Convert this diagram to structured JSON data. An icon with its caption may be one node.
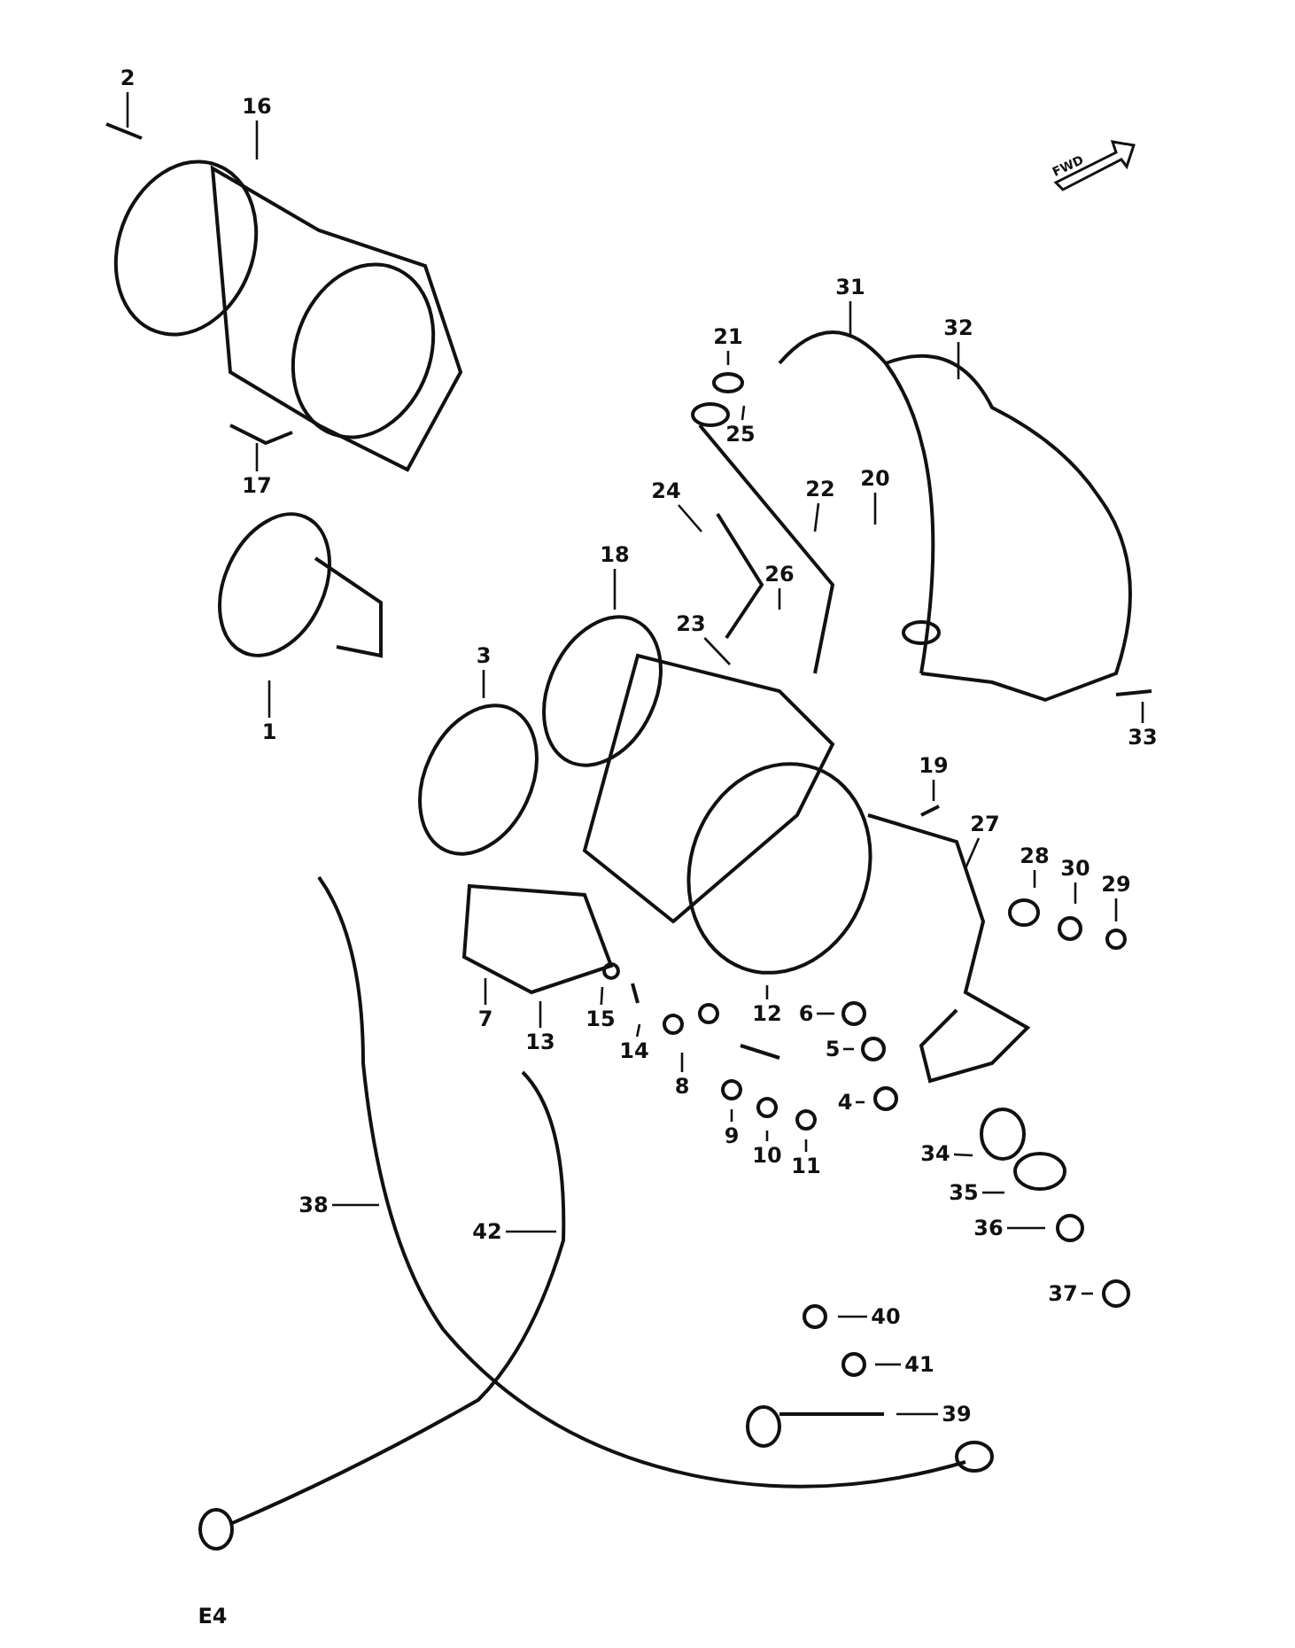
{
  "diagram": {
    "nodes": [
      {
        "text": [
          "2"
        ]
      },
      {
        "text": [
          "16"
        ]
      },
      {
        "text": [
          "31"
        ]
      },
      {
        "text": [
          "32"
        ]
      },
      {
        "text": [
          "21"
        ]
      },
      {
        "text": [
          "25"
        ]
      },
      {
        "text": [
          "24"
        ]
      },
      {
        "text": [
          "22"
        ]
      },
      {
        "text": [
          "20"
        ]
      },
      {
        "text": [
          "17"
        ]
      },
      {
        "text": [
          "18"
        ]
      },
      {
        "text": [
          "26"
        ]
      },
      {
        "text": [
          "23"
        ]
      },
      {
        "text": [
          "3"
        ]
      },
      {
        "text": [
          "1"
        ]
      },
      {
        "text": [
          "33"
        ]
      },
      {
        "text": [
          "19"
        ]
      },
      {
        "text": [
          "27"
        ]
      },
      {
        "text": [
          "28"
        ]
      },
      {
        "text": [
          "30"
        ]
      },
      {
        "text": [
          "29"
        ]
      },
      {
        "text": [
          "12"
        ]
      },
      {
        "text": [
          "6"
        ]
      },
      {
        "text": [
          "7"
        ]
      },
      {
        "text": [
          "13"
        ]
      },
      {
        "text": [
          "15"
        ]
      },
      {
        "text": [
          "14"
        ]
      },
      {
        "text": [
          "5"
        ]
      },
      {
        "text": [
          "8"
        ]
      },
      {
        "text": [
          "4"
        ]
      },
      {
        "text": [
          "9"
        ]
      },
      {
        "text": [
          "10"
        ]
      },
      {
        "text": [
          "11"
        ]
      },
      {
        "text": [
          "34"
        ]
      },
      {
        "text": [
          "35"
        ]
      },
      {
        "text": [
          "38"
        ]
      },
      {
        "text": [
          "36"
        ]
      },
      {
        "text": [
          "42"
        ]
      },
      {
        "text": [
          "37"
        ]
      },
      {
        "text": [
          "40"
        ]
      },
      {
        "text": [
          "41"
        ]
      },
      {
        "text": [
          "39"
        ]
      }
    ],
    "edges": [
      {
        "from": 0,
        "to": null,
        "arrow": "none"
      },
      {
        "from": 1,
        "to": null,
        "arrow": "none"
      },
      {
        "from": 2,
        "to": null,
        "arrow": "none"
      },
      {
        "from": 3,
        "to": null,
        "arrow": "none"
      },
      {
        "from": 4,
        "to": null,
        "arrow": "none"
      },
      {
        "from": 5,
        "to": null,
        "arrow": "none"
      },
      {
        "from": 6,
        "to": null,
        "arrow": "none"
      },
      {
        "from": 7,
        "to": null,
        "arrow": "none"
      },
      {
        "from": 8,
        "to": null,
        "arrow": "none"
      },
      {
        "from": 9,
        "to": null,
        "arrow": "none"
      },
      {
        "from": 10,
        "to": null,
        "arrow": "none"
      },
      {
        "from": 11,
        "to": null,
        "arrow": "none"
      },
      {
        "from": 12,
        "to": null,
        "arrow": "none"
      },
      {
        "from": 13,
        "to": null,
        "arrow": "none"
      },
      {
        "from": 14,
        "to": null,
        "arrow": "none"
      },
      {
        "from": 15,
        "to": null,
        "arrow": "none"
      },
      {
        "from": 16,
        "to": null,
        "arrow": "none"
      },
      {
        "from": 17,
        "to": null,
        "arrow": "none"
      },
      {
        "from": 18,
        "to": null,
        "arrow": "none"
      },
      {
        "from": 19,
        "to": null,
        "arrow": "none"
      },
      {
        "from": 20,
        "to": null,
        "arrow": "none"
      },
      {
        "from": 21,
        "to": null,
        "arrow": "none"
      },
      {
        "from": 22,
        "to": null,
        "arrow": "none"
      },
      {
        "from": 23,
        "to": null,
        "arrow": "none"
      },
      {
        "from": 24,
        "to": null,
        "arrow": "none"
      },
      {
        "from": 25,
        "to": null,
        "arrow": "none"
      },
      {
        "from": 26,
        "to": null,
        "arrow": "none"
      },
      {
        "from": 27,
        "to": null,
        "arrow": "none"
      },
      {
        "from": 28,
        "to": null,
        "arrow": "none"
      },
      {
        "from": 29,
        "to": null,
        "arrow": "none"
      },
      {
        "from": 30,
        "to": null,
        "arrow": "none"
      },
      {
        "from": 31,
        "to": null,
        "arrow": "none"
      },
      {
        "from": 32,
        "to": null,
        "arrow": "none"
      },
      {
        "from": 33,
        "to": null,
        "arrow": "none"
      },
      {
        "from": 34,
        "to": null,
        "arrow": "none"
      },
      {
        "from": 35,
        "to": null,
        "arrow": "none"
      },
      {
        "from": 36,
        "to": null,
        "arrow": "none"
      },
      {
        "from": 37,
        "to": null,
        "arrow": "none"
      },
      {
        "from": 38,
        "to": null,
        "arrow": "none"
      },
      {
        "from": 39,
        "to": null,
        "arrow": "none"
      },
      {
        "from": 40,
        "to": null,
        "arrow": "none"
      },
      {
        "from": 41,
        "to": null,
        "arrow": "none"
      }
    ],
    "labels": [
      "FWD",
      "E4"
    ]
  }
}
